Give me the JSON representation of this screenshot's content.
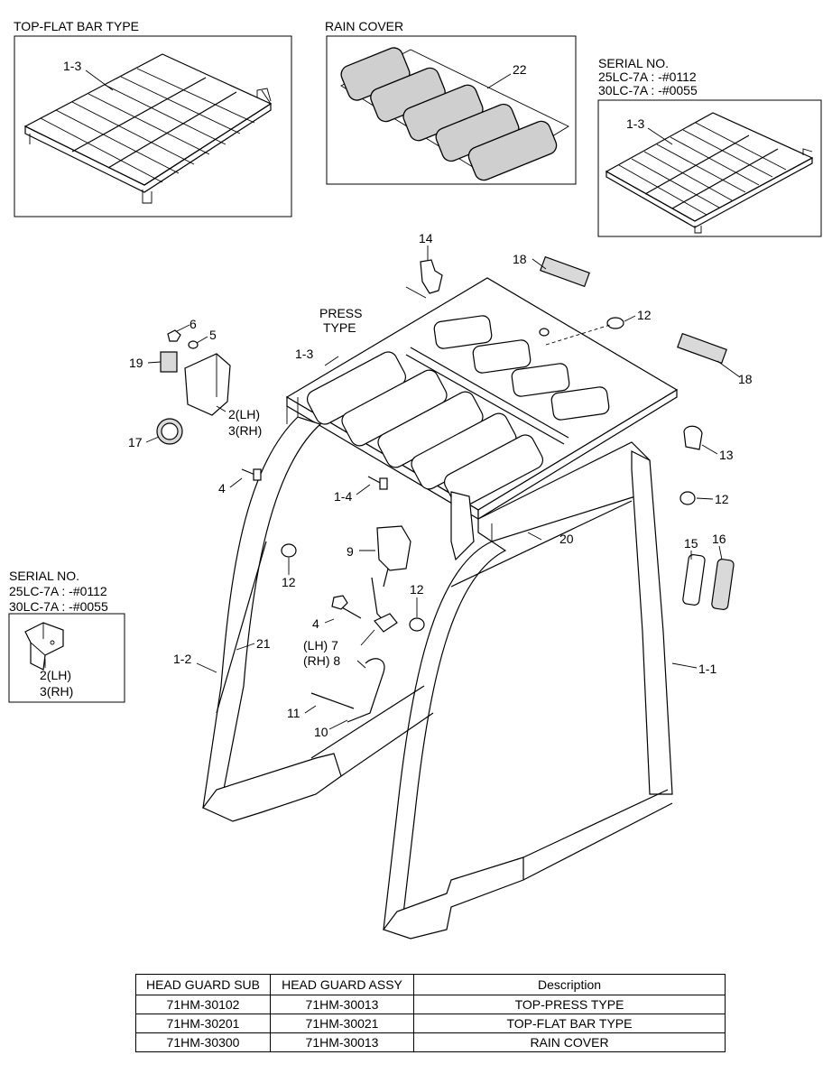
{
  "insets": {
    "flat_bar": {
      "title": "TOP-FLAT BAR TYPE",
      "callout": "1-3"
    },
    "rain_cover": {
      "title": "RAIN COVER",
      "callout": "22"
    },
    "serial_top": {
      "line1": "SERIAL NO.",
      "line2": "25LC-7A : -#0112",
      "line3": "30LC-7A : -#0055",
      "callout": "1-3"
    },
    "serial_left": {
      "line1": "SERIAL NO.",
      "line2": "25LC-7A : -#0112",
      "line3": "30LC-7A : -#0055",
      "callout1": "2(LH)",
      "callout2": "3(RH)"
    }
  },
  "main": {
    "press_type_line1": "PRESS",
    "press_type_line2": "TYPE",
    "callouts": {
      "c14": "14",
      "c18a": "18",
      "c18b": "18",
      "c12a": "12",
      "c6": "6",
      "c5": "5",
      "c19": "19",
      "c1_3": "1-3",
      "c2lh": "2(LH)",
      "c3rh": "3(RH)",
      "c17": "17",
      "c13": "13",
      "c4a": "4",
      "c1_4": "1-4",
      "c12b": "12",
      "c20": "20",
      "c9": "9",
      "c12c": "12",
      "c15": "15",
      "c16": "16",
      "c12d": "12",
      "c4b": "4",
      "c7": "(LH) 7",
      "c8": "(RH) 8",
      "c21": "21",
      "c1_2": "1-2",
      "c1_1": "1-1",
      "c11": "11",
      "c10": "10"
    }
  },
  "table": {
    "headers": [
      "HEAD GUARD SUB",
      "HEAD GUARD ASSY",
      "Description"
    ],
    "rows": [
      [
        "71HM-30102",
        "71HM-30013",
        "TOP-PRESS TYPE"
      ],
      [
        "71HM-30201",
        "71HM-30021",
        "TOP-FLAT BAR TYPE"
      ],
      [
        "71HM-30300",
        "71HM-30013",
        "RAIN COVER"
      ]
    ]
  }
}
